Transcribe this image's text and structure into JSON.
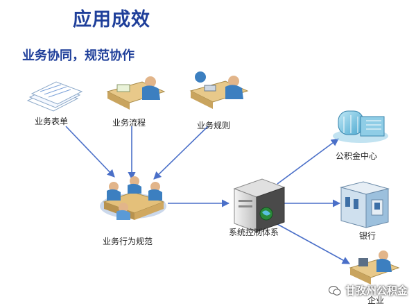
{
  "title": "应用成效",
  "subtitle": "业务协同，规范协作",
  "nodes": {
    "form": {
      "label": "业务表单",
      "icon": "document-stack-icon"
    },
    "process": {
      "label": "业务流程",
      "icon": "desk-worker-icon"
    },
    "rules": {
      "label": "业务规则",
      "icon": "phone-operator-icon"
    },
    "norm": {
      "label": "业务行为规范",
      "icon": "meeting-table-icon"
    },
    "control": {
      "label": "系统控制体系",
      "icon": "server-icon"
    },
    "fund": {
      "label": "公积金中心",
      "icon": "office-building-icon"
    },
    "bank": {
      "label": "银行",
      "icon": "bank-icon"
    },
    "company": {
      "label": "企业",
      "icon": "office-worker-icon"
    }
  },
  "watermark": "甘孜州公积金",
  "colors": {
    "title": "#1f3f9a",
    "arrow": "#4a6fc8"
  }
}
